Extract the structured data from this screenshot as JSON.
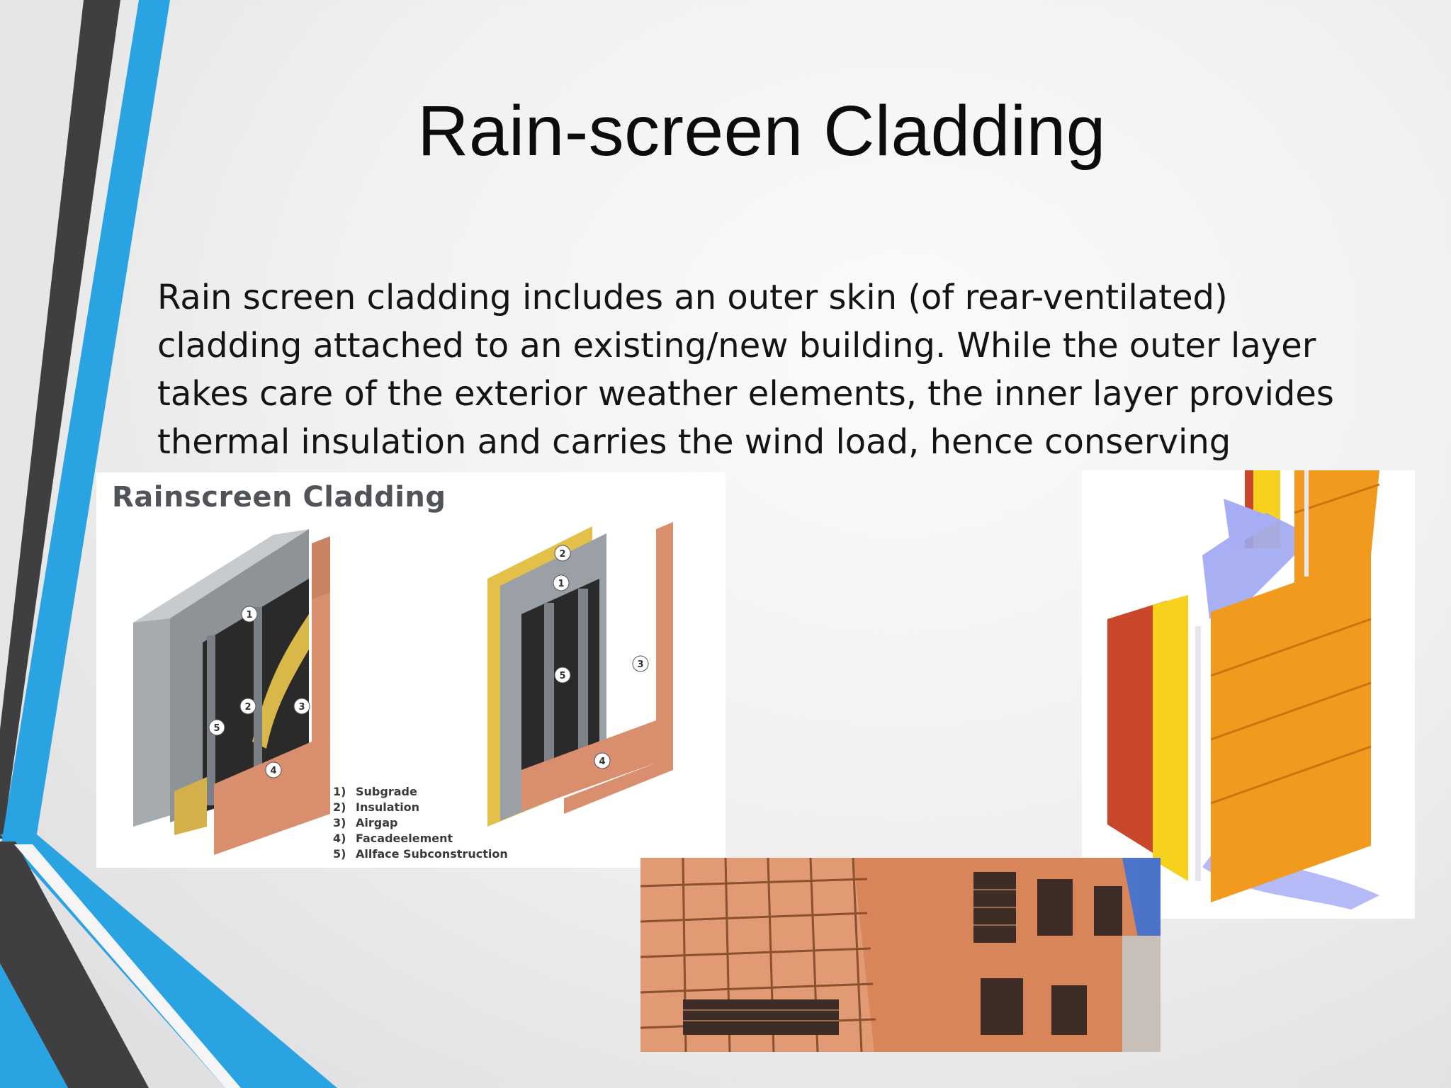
{
  "slide": {
    "title": "Rain-screen Cladding",
    "body": "Rain screen cladding includes an outer skin (of rear-ventilated) cladding attached to an existing/new building. While the outer layer takes care of the exterior weather elements, the inner layer provides thermal insulation and carries the wind load, hence conserving energy."
  },
  "figure1": {
    "title": "Rainscreen Cladding",
    "legend": [
      {
        "num": "1)",
        "label": "Subgrade"
      },
      {
        "num": "2)",
        "label": "Insulation"
      },
      {
        "num": "3)",
        "label": "Airgap"
      },
      {
        "num": "4)",
        "label": "Facadeelement"
      },
      {
        "num": "5)",
        "label": "Allface Subconstruction"
      }
    ],
    "markers": [
      "1",
      "2",
      "3",
      "4",
      "5"
    ]
  },
  "colors": {
    "accent_blue": "#2aa3e3",
    "dark_stripe": "#3f3f42",
    "cladding_orange": "#f29a1e",
    "terracotta": "#d98f6e"
  }
}
